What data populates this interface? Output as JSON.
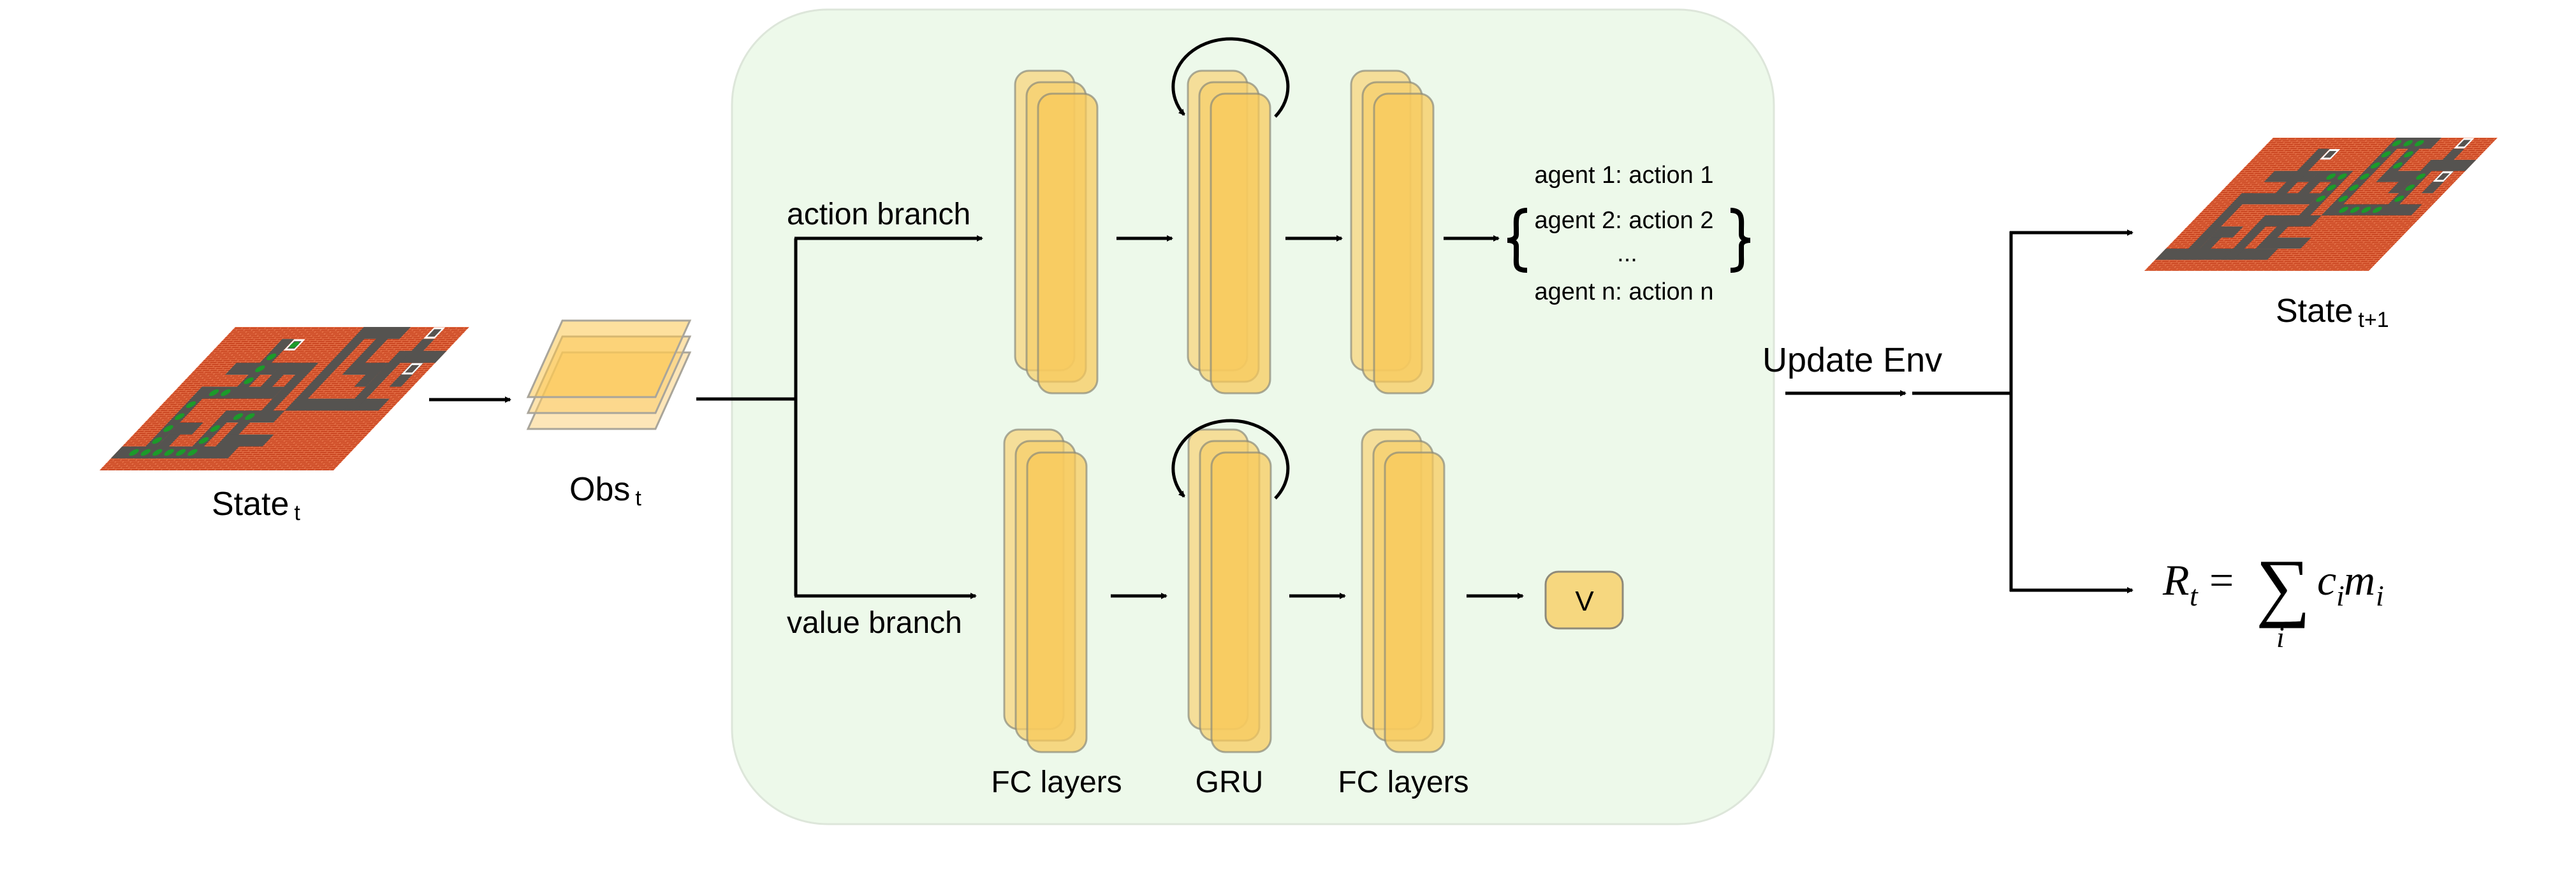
{
  "state_t": {
    "label": "State",
    "subscript": "t"
  },
  "obs_t": {
    "label": "Obs",
    "subscript": "t"
  },
  "branches": {
    "action": {
      "label": "action branch"
    },
    "value": {
      "label": "value branch"
    }
  },
  "layers": {
    "fc_in": {
      "label": "FC layers"
    },
    "gru": {
      "label": "GRU"
    },
    "fc_out": {
      "label": "FC layers"
    }
  },
  "actions": {
    "items": [
      "agent 1: action 1",
      "agent 2: action 2",
      "...",
      "agent n: action n"
    ]
  },
  "value_output": {
    "label": "V"
  },
  "update_env": {
    "label": "Update Env"
  },
  "state_t1": {
    "label": "State",
    "subscript": "t+1"
  },
  "reward": {
    "lhs": "R",
    "lhs_sub": "t",
    "equals": "=",
    "sum": "∑",
    "sum_index": "i",
    "term1": "c",
    "term1_sub": "i",
    "term2": "m",
    "term2_sub": "i"
  },
  "colors": {
    "panel_fill": "#edf9ea",
    "panel_stroke": "#dde6da",
    "layer_fill": "#f7c75a",
    "layer_stroke": "#8a8a7a",
    "brick": "#c8431f",
    "mortar": "#e9774e",
    "path": "#555350",
    "agent": "#1c9a2a",
    "goal": "#ffffff"
  }
}
